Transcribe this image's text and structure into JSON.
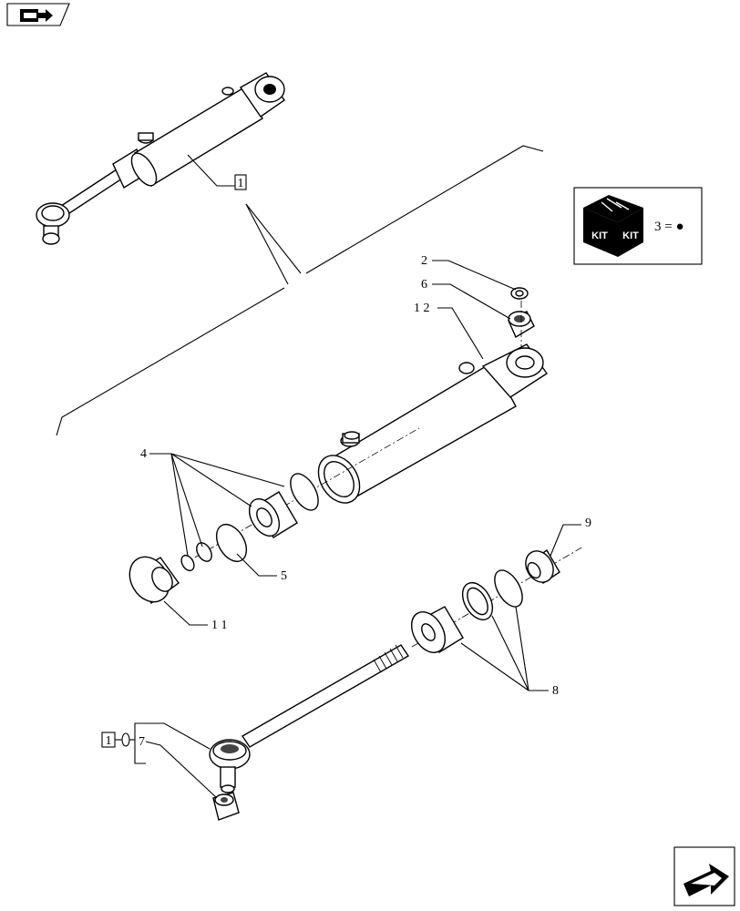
{
  "nav": {
    "top_icon": "book-arrow-icon",
    "bottom_icon": "next-page-arrow-icon"
  },
  "kit_legend": {
    "icon": "kit-box-icon",
    "box_word_1": "KIT",
    "box_word_2": "KIT",
    "text": "3 = ●"
  },
  "callouts": {
    "c1_top": "1",
    "c1_bottom": "1",
    "c2": "2",
    "c4": "4",
    "c5": "5",
    "c6": "6",
    "c7": "7",
    "c8": "8",
    "c9": "9",
    "c11": "1 1",
    "c12": "1 2"
  }
}
